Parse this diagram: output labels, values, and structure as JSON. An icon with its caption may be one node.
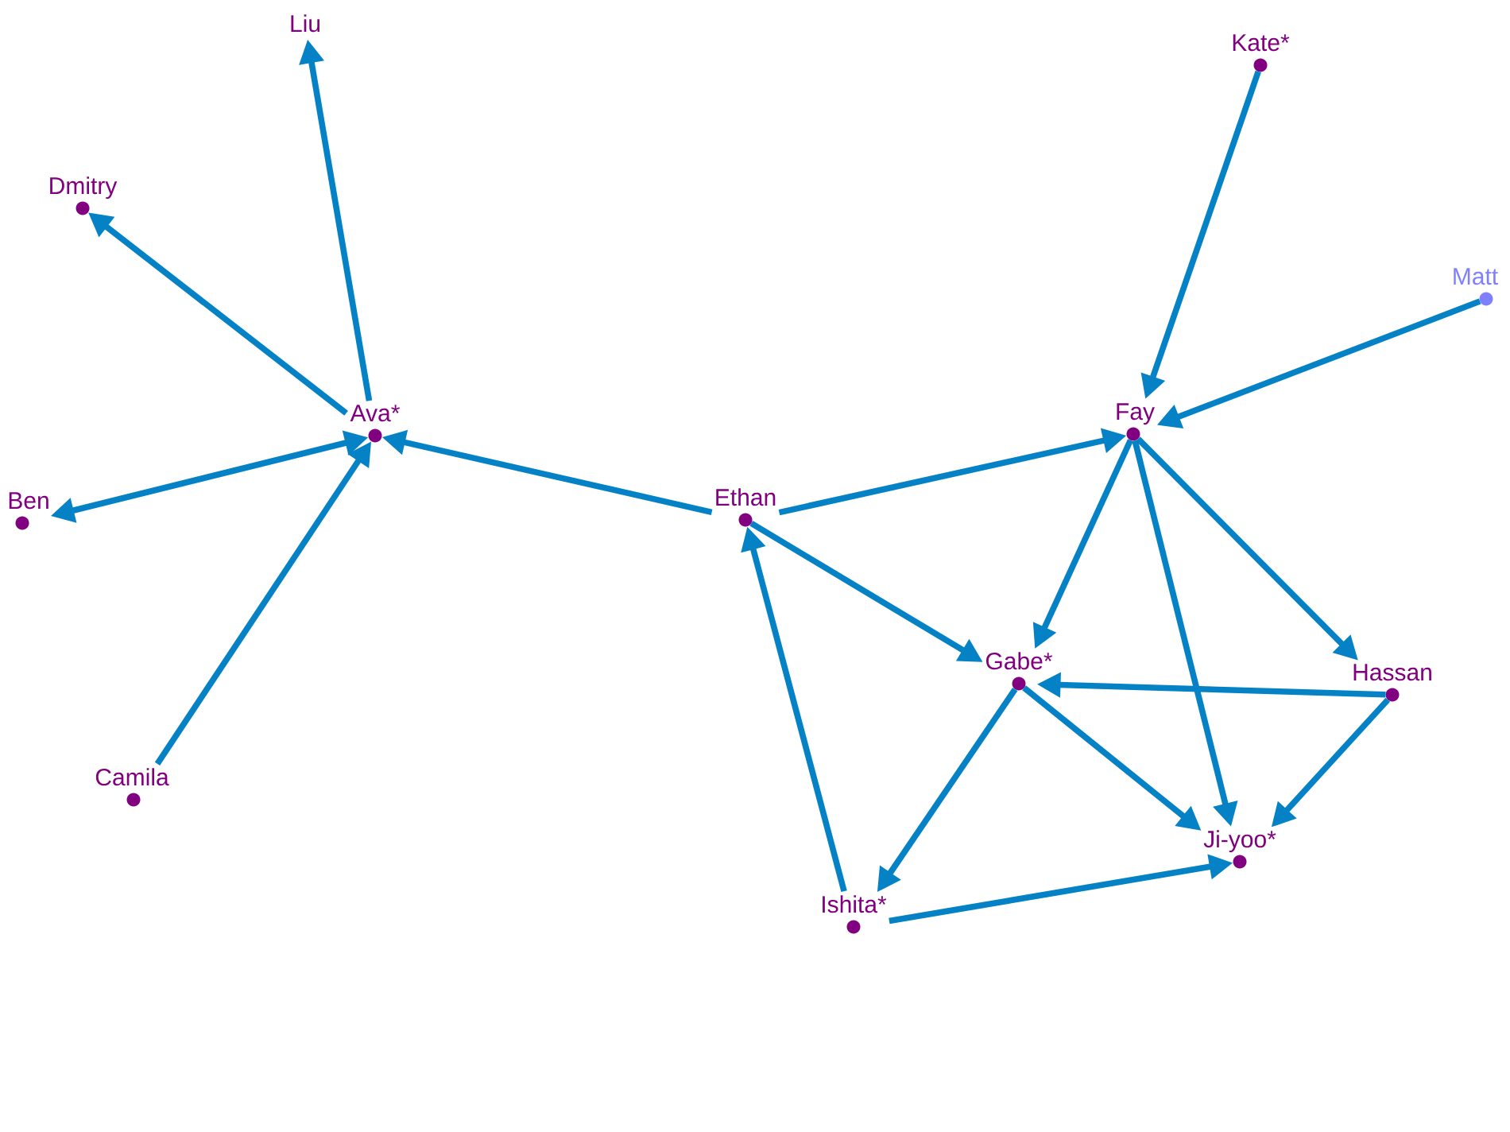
{
  "diagram": {
    "nodes": [
      {
        "text": [
          "Liu"
        ]
      },
      {
        "text": [
          "Kate*"
        ]
      },
      {
        "text": [
          "Dmitry"
        ]
      },
      {
        "text": [
          "Matt"
        ]
      },
      {
        "text": [
          "Ava*"
        ]
      },
      {
        "text": [
          "Fay"
        ]
      },
      {
        "text": [
          "Ethan"
        ]
      },
      {
        "text": [
          "Ben"
        ]
      },
      {
        "text": [
          "Gabe*"
        ]
      },
      {
        "text": [
          "Hassan"
        ]
      },
      {
        "text": [
          "Camila"
        ]
      },
      {
        "text": [
          "Ji-yoo*"
        ]
      },
      {
        "text": [
          "Ishita*"
        ]
      }
    ],
    "edges": [
      {
        "from": 4,
        "to": 0,
        "arrow": "to"
      },
      {
        "from": 4,
        "to": 2,
        "arrow": "to"
      },
      {
        "from": 4,
        "to": 7,
        "arrow": "both"
      },
      {
        "from": 10,
        "to": 4,
        "arrow": "to"
      },
      {
        "from": 6,
        "to": 4,
        "arrow": "to"
      },
      {
        "from": 6,
        "to": 5,
        "arrow": "to"
      },
      {
        "from": 1,
        "to": 5,
        "arrow": "to"
      },
      {
        "from": 3,
        "to": 5,
        "arrow": "to"
      },
      {
        "from": 12,
        "to": 6,
        "arrow": "to"
      },
      {
        "from": 6,
        "to": 8,
        "arrow": "to"
      },
      {
        "from": 5,
        "to": 8,
        "arrow": "to"
      },
      {
        "from": 5,
        "to": 11,
        "arrow": "to"
      },
      {
        "from": 5,
        "to": 9,
        "arrow": "to"
      },
      {
        "from": 9,
        "to": 8,
        "arrow": "to"
      },
      {
        "from": 8,
        "to": 12,
        "arrow": "to"
      },
      {
        "from": 8,
        "to": 11,
        "arrow": "to"
      },
      {
        "from": 9,
        "to": 11,
        "arrow": "to"
      },
      {
        "from": 12,
        "to": 11,
        "arrow": "to"
      }
    ]
  }
}
